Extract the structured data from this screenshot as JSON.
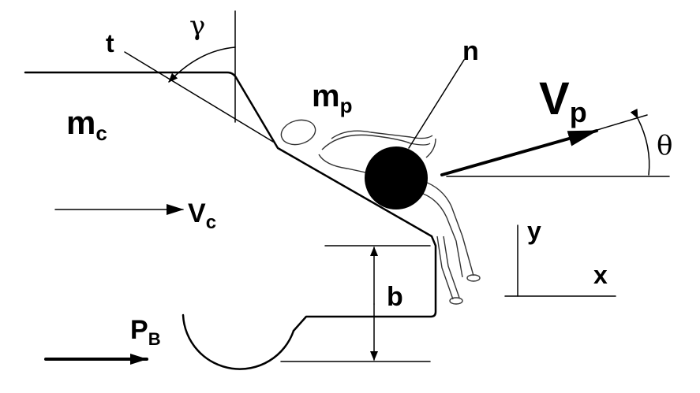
{
  "labels": {
    "t": "t",
    "gamma": "γ",
    "n": "n",
    "mc": {
      "main": "m",
      "sub": "c"
    },
    "mp": {
      "main": "m",
      "sub": "p"
    },
    "vp": {
      "main": "V",
      "sub": "p"
    },
    "theta": "θ",
    "vc": {
      "main": "V",
      "sub": "c"
    },
    "y": "y",
    "x": "x",
    "b": "b",
    "pb": {
      "main": "P",
      "sub": "B"
    }
  },
  "colors": {
    "ink": "#000000",
    "background": "#ffffff",
    "figure": "#333333"
  }
}
